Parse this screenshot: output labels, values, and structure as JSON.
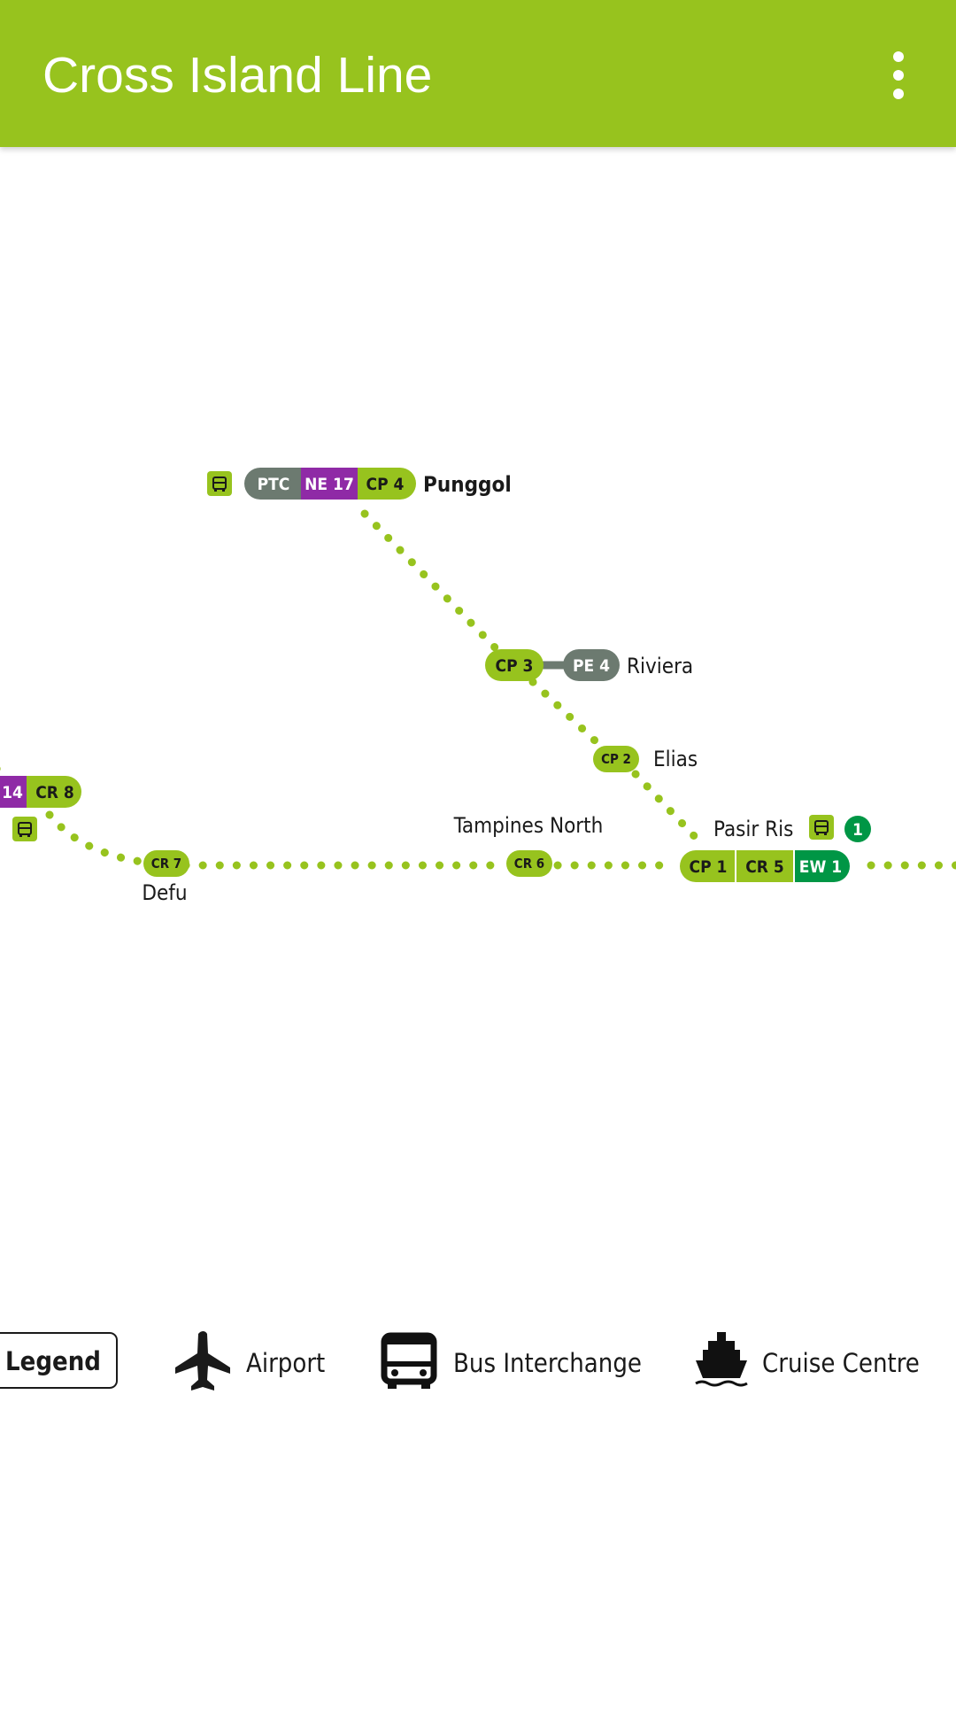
{
  "app_bar": {
    "title": "Cross Island Line",
    "menu_icon": "more-vert-icon"
  },
  "colors": {
    "app_bar": "#97c31e",
    "line_green": "#97c31e",
    "purple": "#8f2aa6",
    "grey": "#6c7a70",
    "ew_green": "#009645",
    "text": "#1a1a1a"
  },
  "stations": {
    "punggol": {
      "name": "Punggol",
      "codes": {
        "ptc": "PTC",
        "ne": "NE 17",
        "cp": "CP 4"
      }
    },
    "riviera": {
      "name": "Riviera",
      "codes": {
        "cp": "CP 3",
        "pe": "PE 4"
      }
    },
    "elias": {
      "name": "Elias",
      "codes": {
        "cp": "CP 2"
      }
    },
    "pasir_ris": {
      "name": "Pasir Ris",
      "codes": {
        "cp": "CP 1",
        "cr": "CR 5",
        "ew": "EW 1"
      },
      "badge": "1"
    },
    "tampines_north": {
      "name": "Tampines North",
      "codes": {
        "cr": "CR 6"
      }
    },
    "defu": {
      "name": "Defu",
      "codes": {
        "cr": "CR 7"
      }
    },
    "cr8": {
      "codes": {
        "partial": "14",
        "cr": "CR 8"
      }
    }
  },
  "legend": {
    "title": "Legend",
    "items": [
      {
        "label": "Airport",
        "icon": "airplane-icon"
      },
      {
        "label": "Bus Interchange",
        "icon": "bus-icon"
      },
      {
        "label": "Cruise Centre",
        "icon": "ship-icon"
      }
    ]
  }
}
